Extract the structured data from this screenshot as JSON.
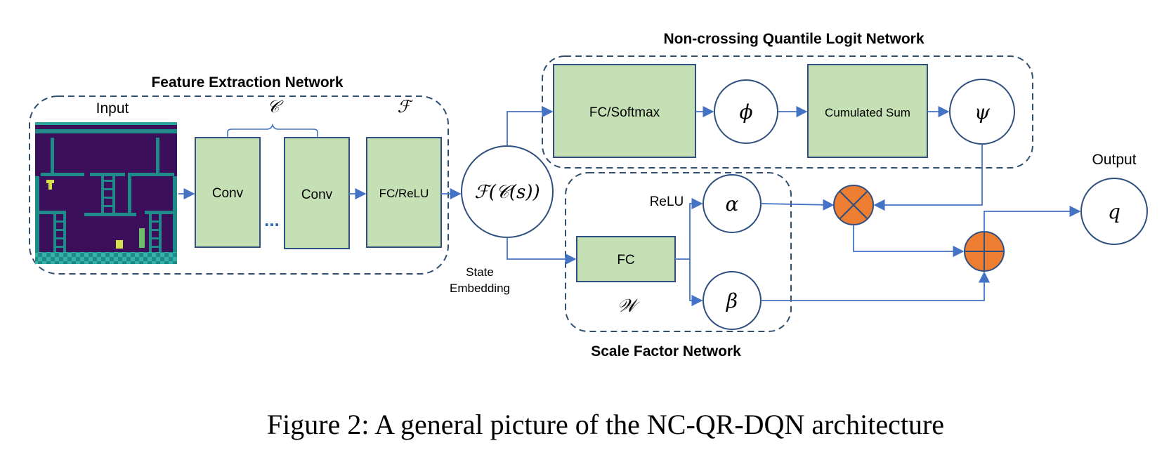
{
  "groups": {
    "feature": "Feature Extraction Network",
    "quantile": "Non-crossing Quantile Logit Network",
    "scale": "Scale Factor Network"
  },
  "labels": {
    "input": "Input",
    "conv_set": "𝒞",
    "fc_set": "ℱ",
    "w_set": "𝒲",
    "output": "Output",
    "relu": "ReLU",
    "state_line1": "State",
    "state_line2": "Embedding",
    "dots": "..."
  },
  "boxes": {
    "conv1": "Conv",
    "conv2": "Conv",
    "fc_relu": "FC/ReLU",
    "fc_softmax": "FC/Softmax",
    "cumsum": "Cumulated Sum",
    "fc": "FC"
  },
  "nodes": {
    "embedding": "ℱ(𝒞(s))",
    "phi": "ϕ",
    "psi": "ψ",
    "alpha": "α",
    "beta": "β",
    "q": "q"
  },
  "caption": "Figure 2: A general picture of the NC-QR-DQN architecture",
  "colors": {
    "line": "#4472c4",
    "box_fill": "#c5e0b4",
    "box_stroke": "#2f4f7f",
    "dash": "#2f4f6f",
    "operator": "#ed7d31",
    "game_bg": "#3b0f5a",
    "game_teal": "#1f8a8a"
  }
}
